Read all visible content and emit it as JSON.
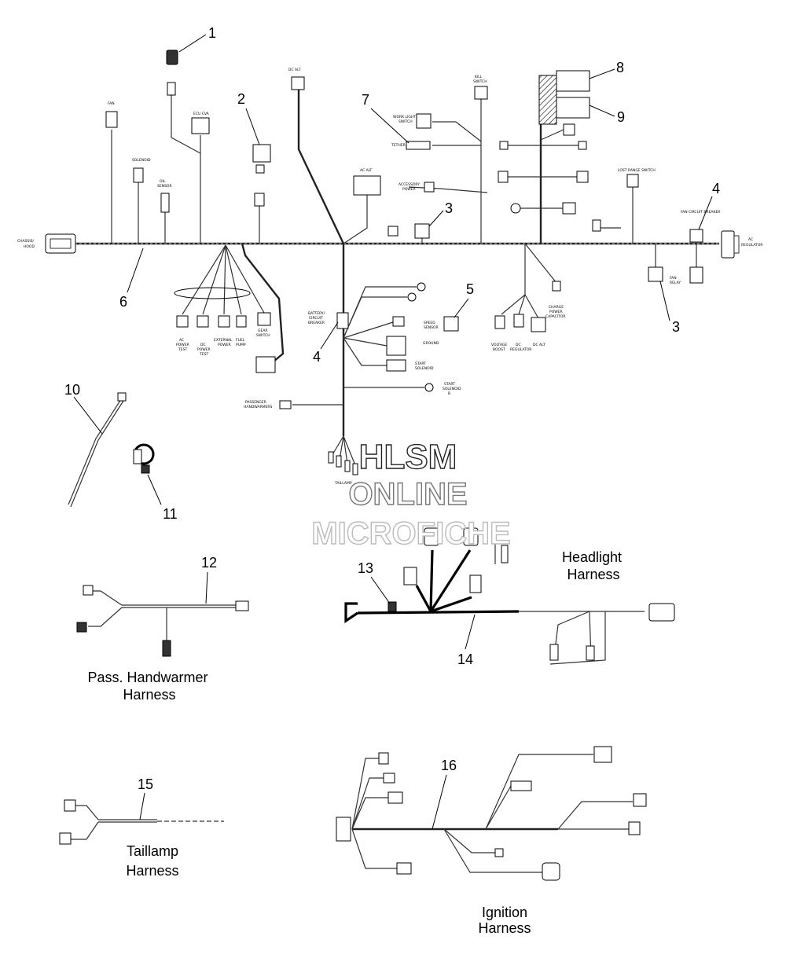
{
  "callouts": [
    "1",
    "2",
    "3",
    "3",
    "4",
    "4",
    "5",
    "6",
    "7",
    "8",
    "9",
    "10",
    "11",
    "12",
    "13",
    "14",
    "15",
    "16"
  ],
  "harness_titles": {
    "headlight": [
      "Headlight",
      "Harness"
    ],
    "handwarmer": [
      "Pass. Handwarmer",
      "Harness"
    ],
    "taillamp": [
      "Taillamp",
      "Harness"
    ],
    "ignition": [
      "Ignition",
      "Harness"
    ]
  },
  "watermark": [
    "HLSM",
    "ONLINE",
    "MICROFICHE"
  ],
  "tiny_labels": {
    "chassis_hood": [
      "CHASSIS/",
      "HOOD"
    ],
    "ac_regulator": [
      "AC",
      "REGULATOR"
    ],
    "fan": "FAN",
    "ecu_cva": "ECU CVA",
    "oil_sensor": [
      "OIL",
      "SENSOR"
    ],
    "dc_alt": "DC ALT",
    "ac_alt": "AC ALT",
    "kill_switch": [
      "KILL",
      "SWITCH"
    ],
    "work_light_switch": [
      "WORK LIGHT",
      "SWITCH"
    ],
    "tether": "TETHER",
    "accessory_power": [
      "ACCESSORY",
      "POWER"
    ],
    "lost_range_switch": "LOST RANGE SWITCH",
    "fan_circuit_breaker": "FAN CIRCUIT BREAKER",
    "fan_relay": [
      "FAN",
      "RELAY"
    ],
    "battery_breaker": [
      "BATTERY/",
      "CIRCUIT",
      "BREAKER"
    ],
    "speed_sensor": [
      "SPEED",
      "SENSOR"
    ],
    "ground": "GROUND",
    "start_solenoid": [
      "START",
      "SOLENOID"
    ],
    "start_solenoid_b": [
      "START",
      "SOLENOID",
      "B"
    ],
    "passenger_handwarmers": [
      "PASSENGER",
      "HANDWARMERS"
    ],
    "taillamp": "TAILLAMP",
    "charge_capacitor": [
      "CHARGE",
      "POWER",
      "CAPACITOR"
    ],
    "voltage_boost": [
      "VOLTAGE",
      "BOOST"
    ],
    "dc_regulator": [
      "DC",
      "REGULATOR"
    ],
    "dc_alt_low": [
      "DC ALT"
    ],
    "ac_power_test": [
      "AC",
      "POWER",
      "TEST"
    ],
    "dc_power_test": [
      "DC",
      "POWER",
      "TEST"
    ],
    "external_power": [
      "EXTERNAL",
      "POWER"
    ],
    "fuel_pump": [
      "FUEL",
      "PUMP"
    ],
    "gear_switch": [
      "GEAR",
      "SWITCH"
    ],
    "solenoid": [
      "SOLENOID"
    ]
  }
}
